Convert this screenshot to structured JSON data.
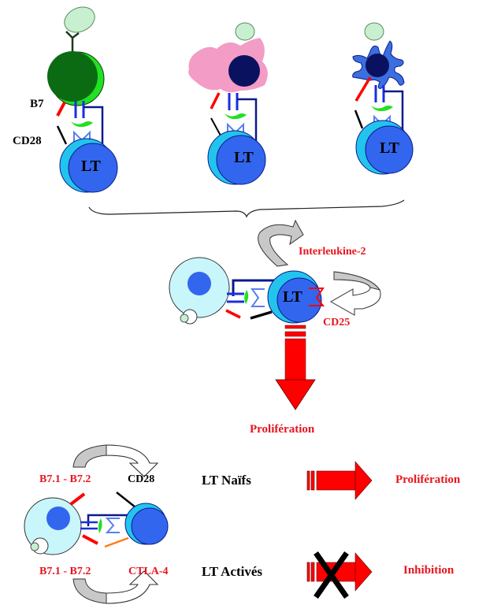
{
  "colors": {
    "red": "#ff0000",
    "red_text": "#e8141e",
    "lt_outer": "#22c4ee",
    "lt_inner": "#3366ee",
    "navy": "#0a1a8c",
    "pale_green": "#c8f0d0",
    "b_cell_dark": "#0b6b12",
    "b_cell_light": "#22e022",
    "macrophage_pink": "#f39cc6",
    "dendritic_blue": "#3b6fe0",
    "apc_cyan": "#c8f6fb",
    "orange": "#ff7a1a",
    "gray_arrow": "#c8c8c8"
  },
  "top_panel": {
    "cells": [
      {
        "apc_type": "B cell",
        "lt_label": "LT"
      },
      {
        "apc_type": "Macrophage",
        "lt_label": "LT"
      },
      {
        "apc_type": "Dendritic cell",
        "lt_label": "LT"
      }
    ],
    "labels": {
      "b7": "B7",
      "cd28": "CD28"
    }
  },
  "middle_panel": {
    "lt_label": "LT",
    "interleukin": "Interleukine-2",
    "cd25": "CD25",
    "result": "Prolifération"
  },
  "bottom_panel": {
    "ligand_top": "B7.1 - B7.2",
    "receptor_top": "CD28",
    "ligand_bottom": "B7.1 - B7.2",
    "receptor_bottom": "CTLA-4",
    "rows": [
      {
        "subject": "LT Naïfs",
        "outcome": "Prolifération",
        "blocked": false
      },
      {
        "subject": "LT Activés",
        "outcome": "Inhibition",
        "blocked": true
      }
    ]
  }
}
